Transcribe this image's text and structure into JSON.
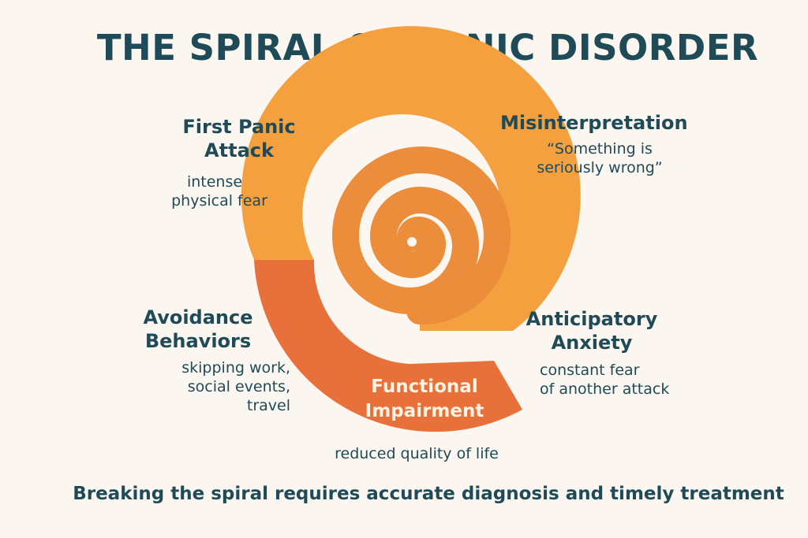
{
  "title": "THE SPIRAL OF PANIC DISORDER",
  "colors": {
    "background": "#fbf6ef",
    "text": "#1f4a57",
    "outer_orange": "#f4a03e",
    "inner_orange": "#eb8d3a",
    "deep_orange": "#e8703a"
  },
  "stages": {
    "first_panic": {
      "title_lines": [
        "First Panic",
        "Attack"
      ],
      "desc_lines": [
        "intense",
        "physical fear"
      ]
    },
    "misinterpretation": {
      "title_lines": [
        "Misinterpretation"
      ],
      "desc_lines": [
        "“Something is",
        "seriously wrong”"
      ]
    },
    "avoidance": {
      "title_lines": [
        "Avoidance",
        "Behaviors"
      ],
      "desc_lines": [
        "skipping work,",
        "social events,",
        "travel"
      ]
    },
    "anticipatory": {
      "title_lines": [
        "Anticipatory",
        "Anxiety"
      ],
      "desc_lines": [
        "constant fear",
        "of another attack"
      ]
    },
    "functional": {
      "title_lines": [
        "Functional",
        "Impairment"
      ],
      "desc_lines": [
        "reduced quality of life"
      ]
    }
  },
  "footer": "Breaking the spiral requires accurate diagnosis and timely treatment"
}
